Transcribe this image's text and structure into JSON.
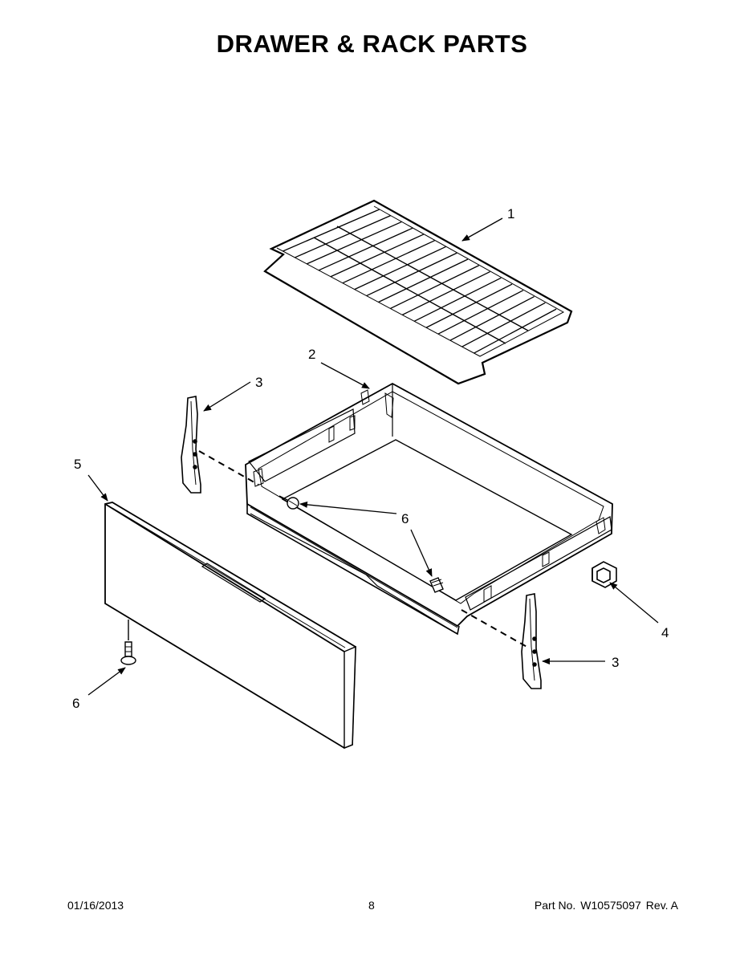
{
  "header": {
    "title": "DRAWER & RACK PARTS"
  },
  "callouts": {
    "rack": "1",
    "drawer_body": "2",
    "slide_rear_left": "3",
    "slide_front_right": "3",
    "bracket": "4",
    "drawer_panel": "5",
    "screw_left": "6",
    "screw_center": "6",
    "screw_bottom": "6"
  },
  "footer": {
    "date": "01/16/2013",
    "page": "8",
    "part_label": "Part No.",
    "part_number": "W10575097",
    "revision": "Rev. A"
  }
}
